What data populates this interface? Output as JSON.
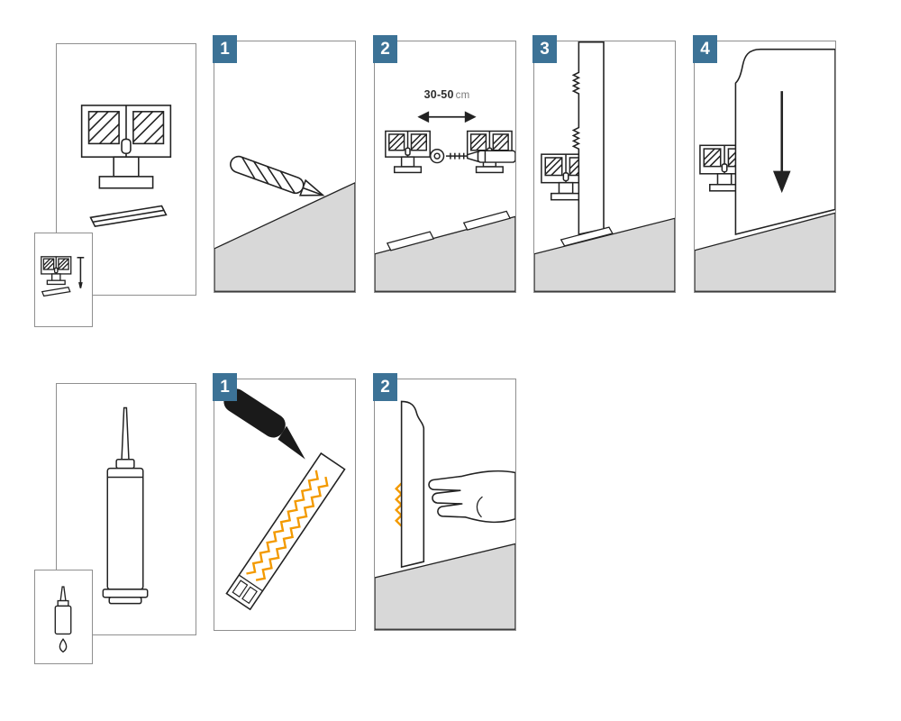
{
  "colors": {
    "badge_blue": "#3c7296",
    "adhesive_orange": "#f39a00",
    "floor_gray": "#d8d8d8",
    "outline": "#222222",
    "panel_border": "#8f8f8f"
  },
  "sections": {
    "clip_method": {
      "intro": {
        "illustration": "mounting-clip-with-rail",
        "inset_icon": "clip-and-nail-icon"
      },
      "steps": [
        {
          "number": "1",
          "illustration": "drill-bit-into-wall"
        },
        {
          "number": "2",
          "illustration": "screw-clips-to-wall",
          "annotation": {
            "value": "30-50",
            "unit": "cm"
          }
        },
        {
          "number": "3",
          "illustration": "hook-skirting-onto-clip"
        },
        {
          "number": "4",
          "illustration": "press-skirting-down-arrow"
        }
      ]
    },
    "glue_method": {
      "intro": {
        "illustration": "adhesive-cartridge",
        "inset_icon": "glue-tube-drop-icon"
      },
      "steps": [
        {
          "number": "1",
          "illustration": "apply-adhesive-bead"
        },
        {
          "number": "2",
          "illustration": "press-skirting-to-wall-by-hand"
        }
      ]
    }
  }
}
